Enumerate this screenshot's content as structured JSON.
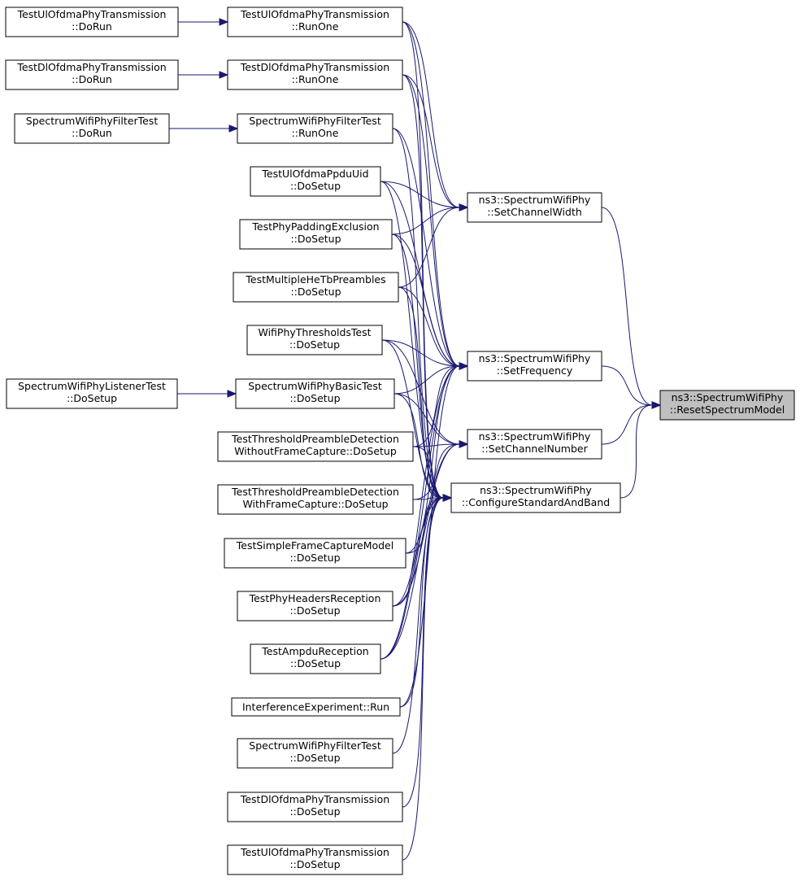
{
  "colors": {
    "edge": "#191970",
    "node_border": "#000000",
    "target_fill": "#bfbfbf",
    "background": "#ffffff"
  },
  "nodes": {
    "ul_tx_dorun": [
      "TestUlOfdmaPhyTransmission",
      "::DoRun"
    ],
    "ul_tx_runone": [
      "TestUlOfdmaPhyTransmission",
      "::RunOne"
    ],
    "dl_tx_dorun": [
      "TestDlOfdmaPhyTransmission",
      "::DoRun"
    ],
    "dl_tx_runone": [
      "TestDlOfdmaPhyTransmission",
      "::RunOne"
    ],
    "filter_dorun": [
      "SpectrumWifiPhyFilterTest",
      "::DoRun"
    ],
    "filter_runone": [
      "SpectrumWifiPhyFilterTest",
      "::RunOne"
    ],
    "ul_ppdu": [
      "TestUlOfdmaPpduUid",
      "::DoSetup"
    ],
    "padding": [
      "TestPhyPaddingExclusion",
      "::DoSetup"
    ],
    "multi_hetb": [
      "TestMultipleHeTbPreambles",
      "::DoSetup"
    ],
    "thresholds": [
      "WifiPhyThresholdsTest",
      "::DoSetup"
    ],
    "listener": [
      "SpectrumWifiPhyListenerTest",
      "::DoSetup"
    ],
    "basic": [
      "SpectrumWifiPhyBasicTest",
      "::DoSetup"
    ],
    "thr_without": [
      "TestThresholdPreambleDetection",
      "WithoutFrameCapture::DoSetup"
    ],
    "thr_with": [
      "TestThresholdPreambleDetection",
      "WithFrameCapture::DoSetup"
    ],
    "simple_capture": [
      "TestSimpleFrameCaptureModel",
      "::DoSetup"
    ],
    "headers": [
      "TestPhyHeadersReception",
      "::DoSetup"
    ],
    "ampdu": [
      "TestAmpduReception",
      "::DoSetup"
    ],
    "interference": [
      "InterferenceExperiment::Run"
    ],
    "filter_setup": [
      "SpectrumWifiPhyFilterTest",
      "::DoSetup"
    ],
    "dl_tx_setup": [
      "TestDlOfdmaPhyTransmission",
      "::DoSetup"
    ],
    "ul_tx_setup": [
      "TestUlOfdmaPhyTransmission",
      "::DoSetup"
    ],
    "set_width": [
      "ns3::SpectrumWifiPhy",
      "::SetChannelWidth"
    ],
    "set_freq": [
      "ns3::SpectrumWifiPhy",
      "::SetFrequency"
    ],
    "set_number": [
      "ns3::SpectrumWifiPhy",
      "::SetChannelNumber"
    ],
    "configure": [
      "ns3::SpectrumWifiPhy",
      "::ConfigureStandardAndBand"
    ],
    "reset": [
      "ns3::SpectrumWifiPhy",
      "::ResetSpectrumModel"
    ]
  },
  "edges": [
    [
      "ul_tx_dorun",
      "ul_tx_runone"
    ],
    [
      "dl_tx_dorun",
      "dl_tx_runone"
    ],
    [
      "filter_dorun",
      "filter_runone"
    ],
    [
      "listener",
      "basic"
    ],
    [
      "ul_tx_runone",
      "set_width"
    ],
    [
      "ul_tx_runone",
      "set_freq"
    ],
    [
      "ul_tx_runone",
      "configure"
    ],
    [
      "dl_tx_runone",
      "set_width"
    ],
    [
      "dl_tx_runone",
      "set_freq"
    ],
    [
      "dl_tx_runone",
      "configure"
    ],
    [
      "filter_runone",
      "set_freq"
    ],
    [
      "filter_runone",
      "configure"
    ],
    [
      "ul_ppdu",
      "set_width"
    ],
    [
      "ul_ppdu",
      "set_freq"
    ],
    [
      "ul_ppdu",
      "configure"
    ],
    [
      "padding",
      "set_width"
    ],
    [
      "padding",
      "set_freq"
    ],
    [
      "padding",
      "configure"
    ],
    [
      "multi_hetb",
      "set_width"
    ],
    [
      "multi_hetb",
      "set_freq"
    ],
    [
      "multi_hetb",
      "configure"
    ],
    [
      "thresholds",
      "set_freq"
    ],
    [
      "thresholds",
      "set_number"
    ],
    [
      "thresholds",
      "configure"
    ],
    [
      "basic",
      "set_freq"
    ],
    [
      "basic",
      "set_number"
    ],
    [
      "basic",
      "configure"
    ],
    [
      "thr_without",
      "set_freq"
    ],
    [
      "thr_without",
      "set_number"
    ],
    [
      "thr_without",
      "configure"
    ],
    [
      "thr_with",
      "set_number"
    ],
    [
      "thr_with",
      "configure"
    ],
    [
      "simple_capture",
      "set_freq"
    ],
    [
      "simple_capture",
      "configure"
    ],
    [
      "headers",
      "set_freq"
    ],
    [
      "headers",
      "set_number"
    ],
    [
      "headers",
      "configure"
    ],
    [
      "ampdu",
      "set_freq"
    ],
    [
      "ampdu",
      "set_number"
    ],
    [
      "ampdu",
      "configure"
    ],
    [
      "interference",
      "set_freq"
    ],
    [
      "interference",
      "configure"
    ],
    [
      "filter_setup",
      "configure"
    ],
    [
      "dl_tx_setup",
      "configure"
    ],
    [
      "ul_tx_setup",
      "configure"
    ],
    [
      "set_width",
      "reset"
    ],
    [
      "set_freq",
      "reset"
    ],
    [
      "set_number",
      "reset"
    ],
    [
      "configure",
      "reset"
    ]
  ]
}
